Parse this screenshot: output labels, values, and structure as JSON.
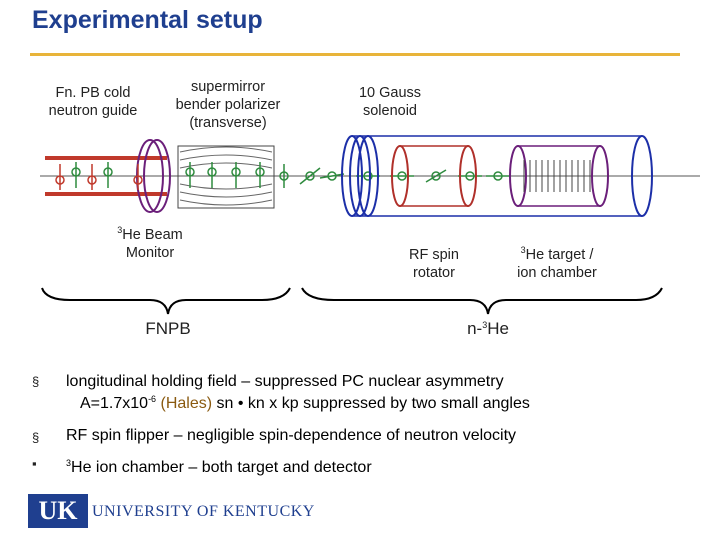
{
  "slide": {
    "title": "Experimental setup"
  },
  "diagram": {
    "labels": {
      "guide": [
        "Fn. PB cold",
        "neutron guide"
      ],
      "polarizer": [
        "supermirror",
        "bender polarizer",
        "(transverse)"
      ],
      "solenoid": [
        "10 Gauss",
        "solenoid"
      ],
      "beam_monitor": {
        "sup": "3",
        "line1": "He Beam",
        "line2": "Monitor"
      },
      "rf_rotator": [
        "RF spin",
        "rotator"
      ],
      "target": {
        "sup": "3",
        "line1": "He target /",
        "line2": "ion chamber"
      }
    },
    "groups": {
      "fnpb": "FNPB",
      "n3he": {
        "pre": "n-",
        "sup": "3",
        "post": "He"
      }
    },
    "colors": {
      "arrow_red": "#c0392b",
      "arrow_green": "#2e8b3e",
      "coil_blue": "#1c2fa8",
      "rf_red": "#b0302a",
      "chamber_purple": "#6b1f7a"
    }
  },
  "bullets": [
    {
      "marker": "§",
      "text": "longitudinal holding field – suppressed PC nuclear asymmetry"
    },
    {
      "line_a_pre": "A=1.7x10",
      "line_a_sup": "-6",
      "hales": " (Hales)",
      "line_a_post": "  sn • kn x kp  suppressed by two small angles"
    },
    {
      "marker": "§",
      "text": "RF spin flipper – negligible spin-dependence of neutron velocity"
    },
    {
      "marker": "▪",
      "sup": "3",
      "text": "He ion chamber – both target and detector"
    }
  ],
  "footer": {
    "logo_text": "UK",
    "university": "UNIVERSITY OF KENTUCKY"
  }
}
